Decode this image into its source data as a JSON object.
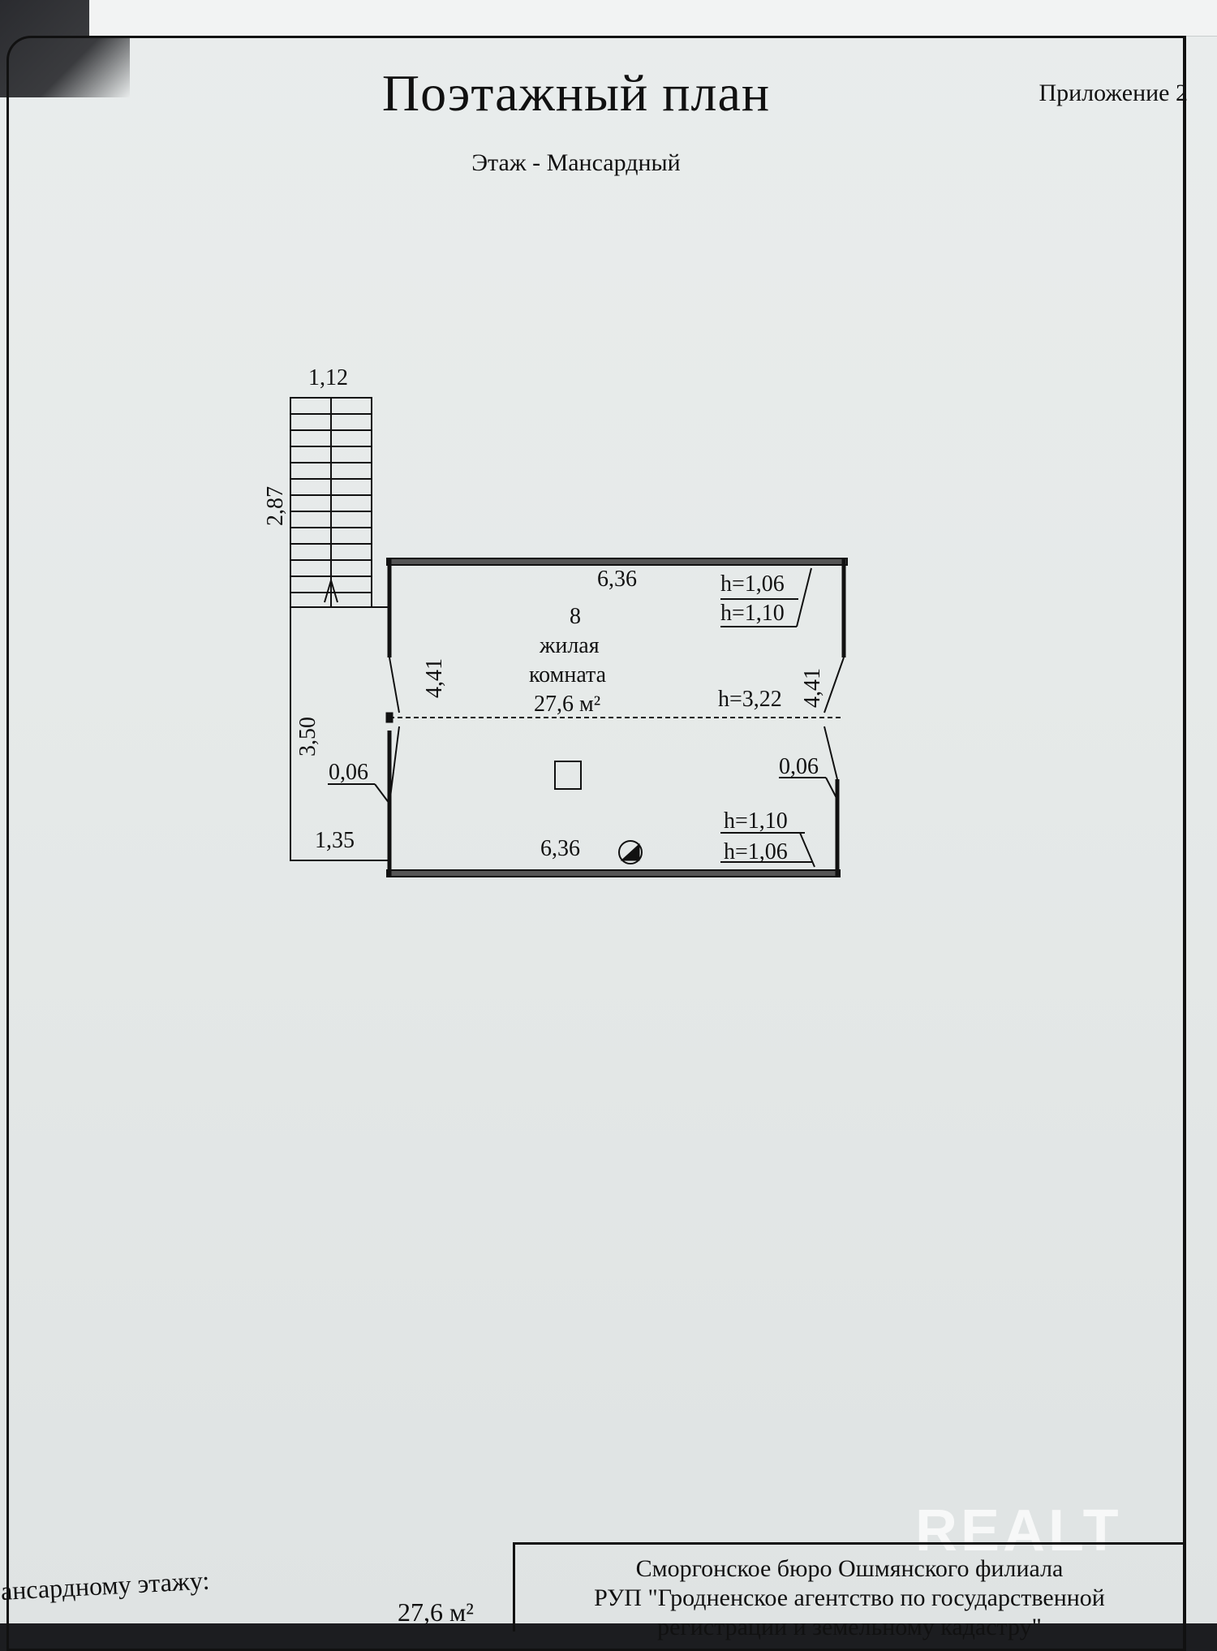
{
  "document": {
    "title": "Поэтажный план",
    "appendix": "Приложение 2",
    "floor_label": "Этаж - Мансардный"
  },
  "plan": {
    "stair_width": "1,12",
    "stair_length": "2,87",
    "landing_length": "3,50",
    "landing_width": "1,35",
    "room_number": "8",
    "room_name_line1": "жилая",
    "room_name_line2": "комната",
    "room_area": "27,6 м²",
    "top_length": "6,36",
    "bottom_length": "6,36",
    "left_depth": "4,41",
    "right_depth": "4,41",
    "left_offset": "0,06",
    "right_offset": "0,06",
    "h_top_1": "h=1,06",
    "h_top_2": "h=1,10",
    "h_ridge": "h=3,22",
    "h_bottom_1": "h=1,10",
    "h_bottom_2": "h=1,06"
  },
  "footer": {
    "stamp_line1": "Сморгонское бюро Ошмянского филиала",
    "stamp_line2": "РУП \"Гродненское агентство по государственной",
    "stamp_line3": "регистрации и земельному кадастру\"",
    "note_left": "ансардному этажу:",
    "area_value": "27,6 м²"
  },
  "watermark": "REALT"
}
